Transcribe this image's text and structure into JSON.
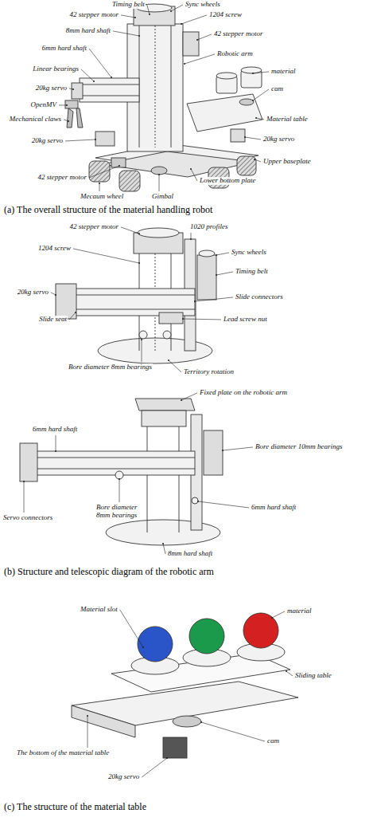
{
  "diagram": {
    "labels": [
      "Timing belt",
      "Sync wheels",
      "42 stepper motor",
      "1204 screw",
      "8mm hard shaft",
      "42 stepper motor",
      "6mm hard shaft",
      "Robotic arm",
      "Linear bearings",
      "material",
      "20kg servo",
      "cam",
      "OpenMV",
      "Mechanical claws",
      "Material table",
      "20kg servo",
      "20kg servo",
      "Upper baseplate",
      "42 stepper motor",
      "Lower bottom plate",
      "Mecaum wheel",
      "Gimbal",
      "(a) The overall structure of the material handling robot",
      "42 stepper motor",
      "1020 profiles",
      "1204 screw",
      "Sync wheels",
      "Timing belt",
      "20kg servo",
      "Slide connectors",
      "Slide seat",
      "Lead screw nut",
      "Bore diameter 8mm bearings",
      "Territory rotation",
      "Fixed plate on the robotic arm",
      "6mm hard shaft",
      "Bore diameter 10mm bearings",
      "6mm hard shaft",
      "Servo connectors",
      "Bore diameter 8mm bearings",
      "8mm hard shaft",
      "(b) Structure and telescopic diagram of the robotic arm",
      "Material slot",
      "material",
      "Sliding table",
      "The bottom of the material table",
      "cam",
      "20kg servo",
      "(c) The structure of the material table"
    ]
  }
}
